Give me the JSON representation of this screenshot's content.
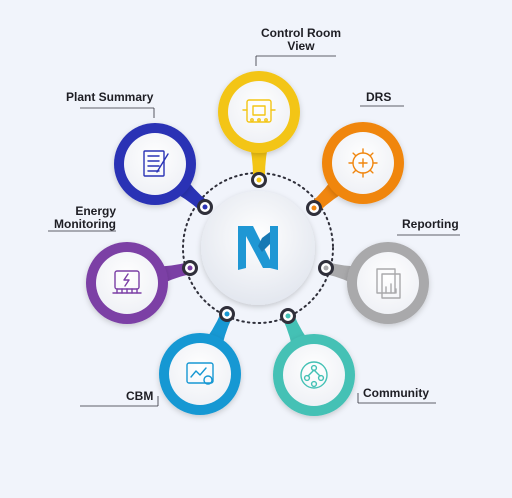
{
  "modules": [
    {
      "id": "control-room-view",
      "label_lines": [
        "Control Room",
        "View"
      ],
      "color": "#f3c515",
      "icon": "control-panel-icon"
    },
    {
      "id": "drs",
      "label_lines": [
        "DRS"
      ],
      "color": "#f0860f",
      "icon": "gear-plus-icon"
    },
    {
      "id": "reporting",
      "label_lines": [
        "Reporting"
      ],
      "color": "#a9a9ab",
      "icon": "report-chart-icon"
    },
    {
      "id": "community",
      "label_lines": [
        "Community"
      ],
      "color": "#44c1b5",
      "icon": "people-network-icon"
    },
    {
      "id": "cbm",
      "label_lines": [
        "CBM"
      ],
      "color": "#1798d3",
      "icon": "dashboard-icon"
    },
    {
      "id": "energy-monitoring",
      "label_lines": [
        "Energy",
        "Monitoring"
      ],
      "color": "#7b3fa5",
      "icon": "energy-monitor-icon"
    },
    {
      "id": "plant-summary",
      "label_lines": [
        "Plant Summary"
      ],
      "color": "#2a33b5",
      "icon": "document-pen-icon"
    }
  ],
  "hub": {
    "icon": "brand-logo-icon",
    "color": "#1f97d4"
  },
  "colors": {
    "background": "#f1f4fb",
    "inner_white": "#ffffff",
    "connector": "#2f2f3a",
    "text": "#1e1e24"
  }
}
